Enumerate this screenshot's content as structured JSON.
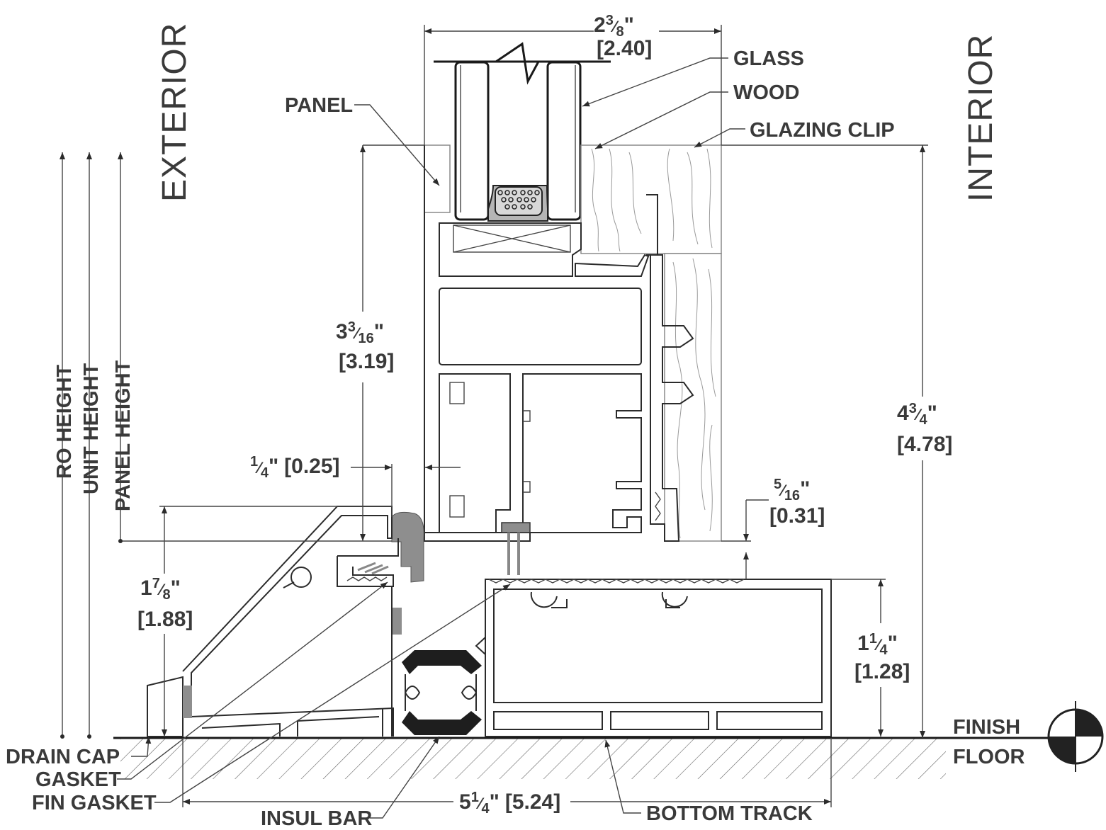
{
  "labels": {
    "exterior": "EXTERIOR",
    "interior": "INTERIOR",
    "panel": "PANEL",
    "glass": "GLASS",
    "wood": "WOOD",
    "glazing_clip": "GLAZING CLIP",
    "ro_height": "RO HEIGHT",
    "unit_height": "UNIT HEIGHT",
    "panel_height": "PANEL HEIGHT",
    "drain_cap": "DRAIN CAP",
    "gasket": "GASKET",
    "fin_gasket": "FIN GASKET",
    "insul_bar": "INSUL BAR",
    "bottom_track": "BOTTOM TRACK",
    "finish": "FINISH",
    "floor": "FLOOR"
  },
  "dimensions": {
    "top_width": {
      "whole": "2",
      "num": "3",
      "den": "8",
      "unit": "\"",
      "metric": "[2.40]"
    },
    "panel_depth": {
      "whole": "3",
      "num": "3",
      "den": "16",
      "unit": "\"",
      "metric": "[3.19]"
    },
    "overall_height": {
      "whole": "4",
      "num": "3",
      "den": "4",
      "unit": "\"",
      "metric": "[4.78]"
    },
    "gap": {
      "num": "1",
      "den": "4",
      "unit": "\"",
      "metric": "[0.25]"
    },
    "clearance": {
      "num": "5",
      "den": "16",
      "unit": "\"",
      "metric": "[0.31]"
    },
    "sill_height": {
      "whole": "1",
      "num": "7",
      "den": "8",
      "unit": "\"",
      "metric": "[1.88]"
    },
    "track_height": {
      "whole": "1",
      "num": "1",
      "den": "4",
      "unit": "\"",
      "metric": "[1.28]"
    },
    "base_width": {
      "whole": "5",
      "num": "1",
      "den": "4",
      "unit": "\"",
      "metric": "[5.24]"
    }
  }
}
